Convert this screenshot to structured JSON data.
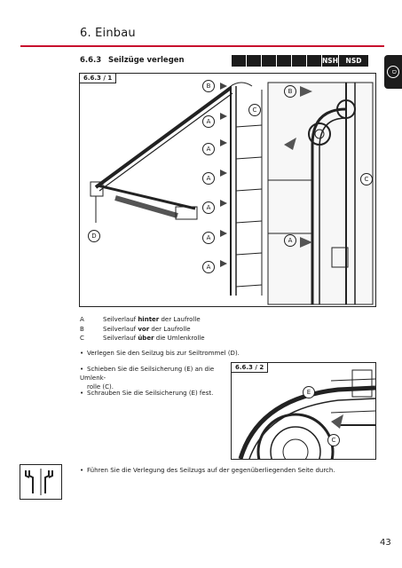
{
  "header": {
    "chapter": "6.   Einbau"
  },
  "section": {
    "number": "6.6.3",
    "title": "Seilzüge verlegen"
  },
  "model_bar": {
    "cells": [
      "",
      "",
      "",
      "",
      "",
      "",
      "NSH",
      "NSD"
    ]
  },
  "language_tab": {
    "code": "D"
  },
  "figure1": {
    "label": "6.6.3 / 1",
    "callouts": {
      "a": "A",
      "b": "B",
      "c": "C",
      "d": "D"
    }
  },
  "figure2": {
    "label": "6.6.3 / 2",
    "callouts": {
      "e": "E",
      "c": "C"
    }
  },
  "legend": [
    {
      "key": "A",
      "pre": "Seilverlauf ",
      "em": "hinter",
      "post": " der Laufrolle"
    },
    {
      "key": "B",
      "pre": "Seilverlauf ",
      "em": "vor",
      "post": " der Laufrolle"
    },
    {
      "key": "C",
      "pre": "Seilverlauf ",
      "em": "über",
      "post": " die Umlenkrolle"
    }
  ],
  "steps": {
    "s1": "Verlegen Sie den Seilzug bis zur Seiltrommel (D).",
    "s2a": "Schieben Sie die Seilsicherung (E) an die Umlenk-",
    "s2b": "rolle (C).",
    "s3": "Schrauben Sie die Seilsicherung (E) fest.",
    "s4": "Führen Sie die Verlegung des Seilzugs auf der gegenüberliegenden Seite durch."
  },
  "bullet": "•",
  "page_number": "43"
}
